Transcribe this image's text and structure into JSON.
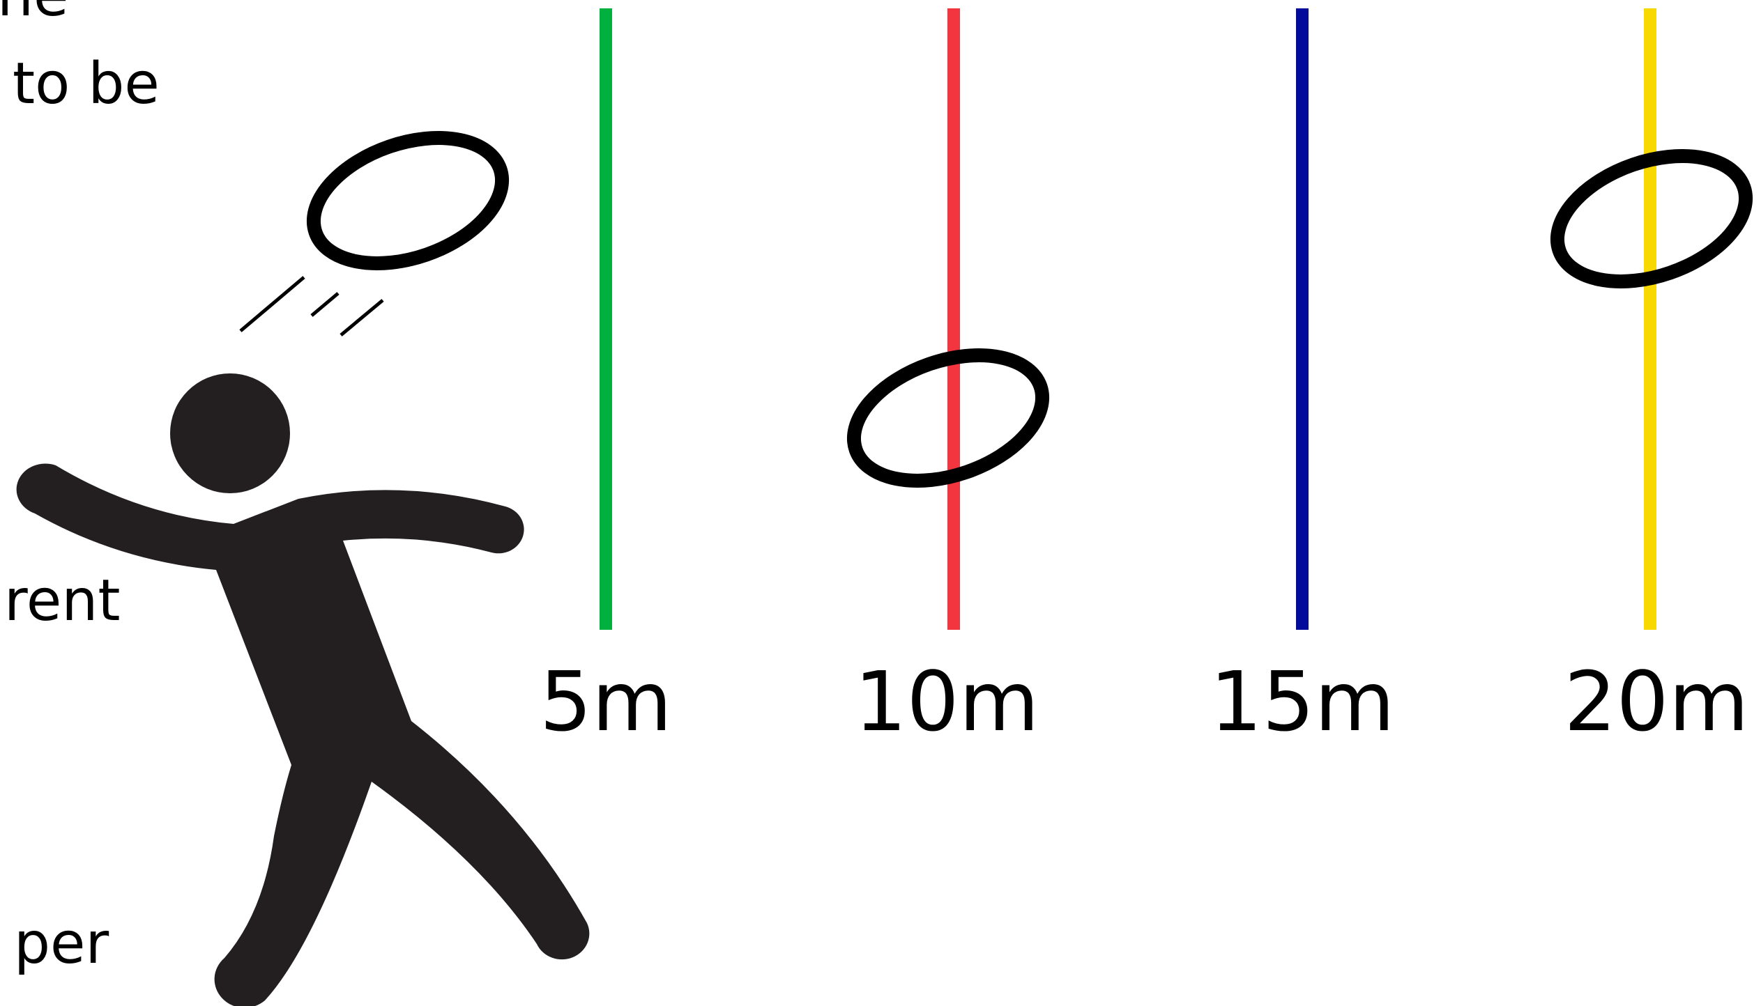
{
  "left_text_fragments": [
    "ne",
    "to be",
    "rent",
    "per"
  ],
  "markers": [
    {
      "label": "5m",
      "color": "#00b140"
    },
    {
      "label": "10m",
      "color": "#f2353f"
    },
    {
      "label": "15m",
      "color": "#030b9c"
    },
    {
      "label": "20m",
      "color": "#f7d900"
    }
  ],
  "figure_color": "#231f20",
  "ring_color": "#000000",
  "icons": {
    "thrower": "person-throwing-icon",
    "ring": "ring-icon",
    "motion": "motion-lines-icon"
  }
}
